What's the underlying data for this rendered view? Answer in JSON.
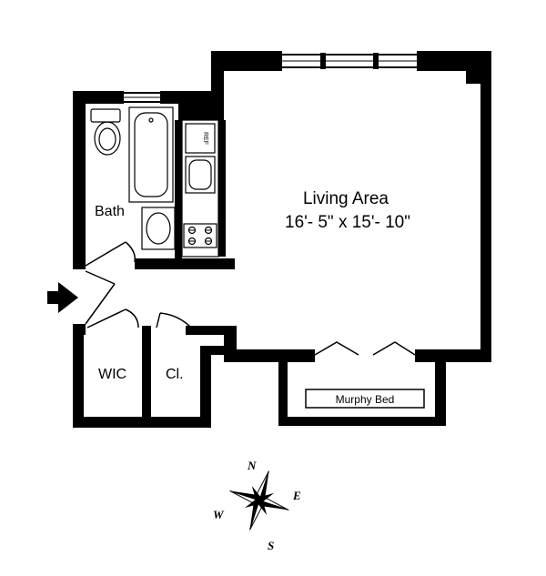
{
  "rooms": {
    "living_area": {
      "name": "Living Area",
      "dimensions": "16'- 5\" x 15'- 10\""
    },
    "bath": {
      "name": "Bath"
    },
    "wic": {
      "name": "WIC"
    },
    "closet": {
      "name": "Cl."
    },
    "murphy_bed": {
      "label": "Murphy Bed"
    },
    "refrigerator": {
      "label": "REF"
    }
  },
  "compass": {
    "north": "N",
    "east": "E",
    "south": "S",
    "west": "W"
  },
  "icons": {
    "entry": "entry-arrow-icon",
    "compass": "compass-rose-icon"
  },
  "colors": {
    "walls": "#000000",
    "background": "#ffffff"
  }
}
